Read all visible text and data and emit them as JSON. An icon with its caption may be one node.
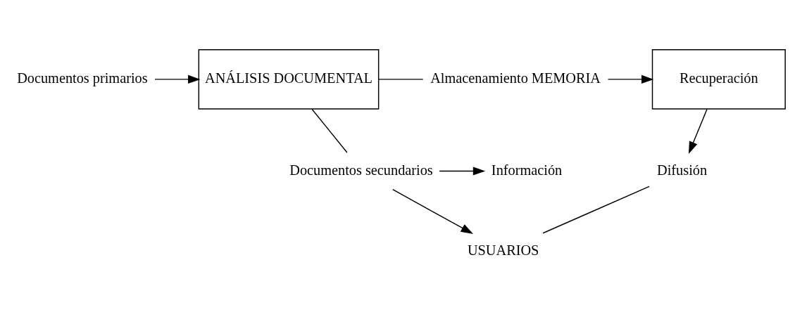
{
  "diagram": {
    "nodes": [
      {
        "text": [
          "Documentos primarios"
        ]
      },
      {
        "text": [
          "ANÁLISIS DOCUMENTAL"
        ]
      },
      {
        "text": [
          "Almacenamiento MEMORIA"
        ]
      },
      {
        "text": [
          "Recuperación"
        ]
      },
      {
        "text": [
          "Información"
        ]
      },
      {
        "text": [
          "Documentos secundarios"
        ]
      },
      {
        "text": [
          "Difusión"
        ]
      },
      {
        "text": [
          "USUARIOS"
        ]
      }
    ],
    "edges": [
      {
        "from": 0,
        "to": 1,
        "arrow": "to"
      },
      {
        "from": 1,
        "to": 2,
        "arrow": "none"
      },
      {
        "from": 2,
        "to": 3,
        "arrow": "to"
      },
      {
        "from": 3,
        "to": 6,
        "arrow": "to"
      },
      {
        "from": 1,
        "to": 5,
        "arrow": "none"
      },
      {
        "from": 5,
        "to": 7,
        "arrow": "to"
      },
      {
        "from": 5,
        "to": 4,
        "arrow": "to"
      },
      {
        "from": 6,
        "to": 7,
        "arrow": "none"
      }
    ]
  }
}
